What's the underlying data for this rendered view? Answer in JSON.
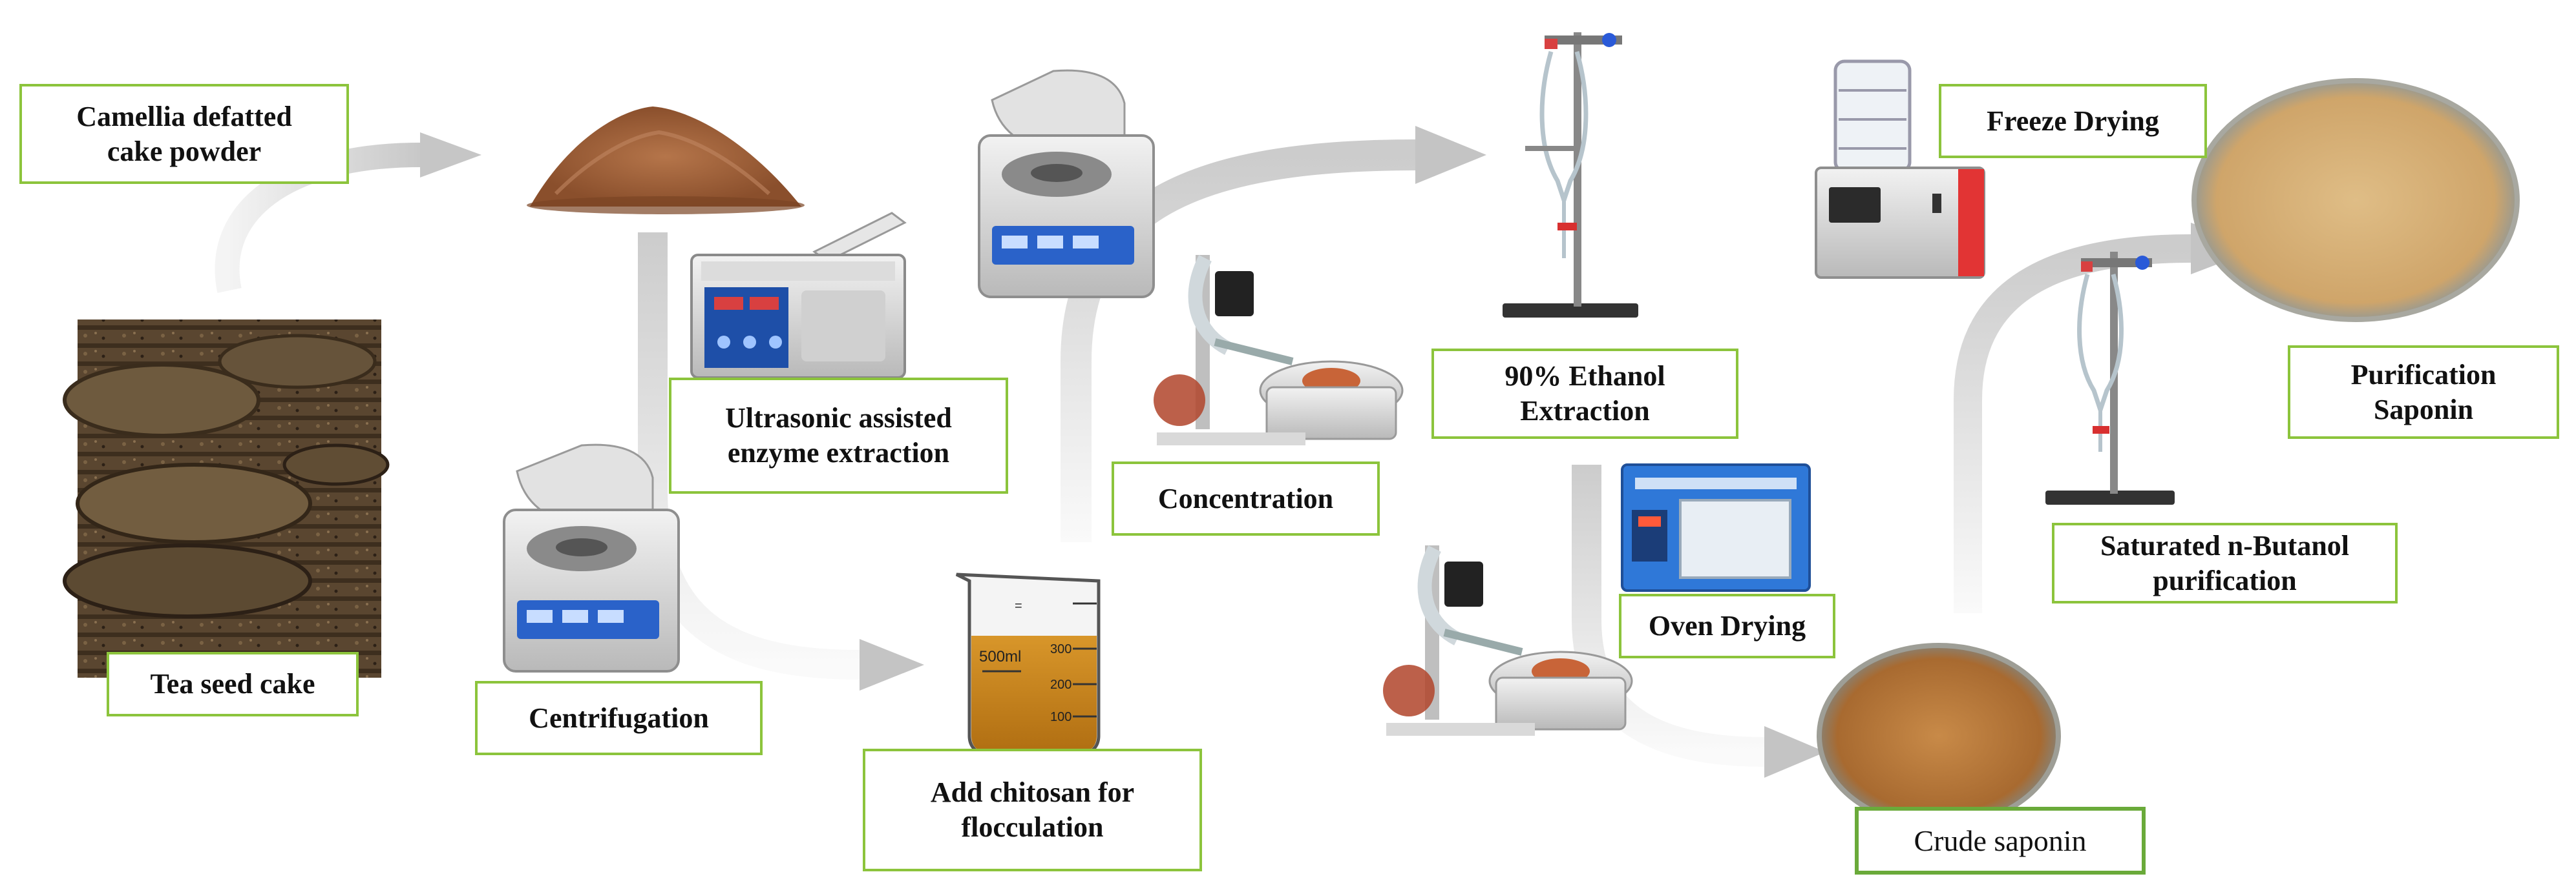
{
  "labels": {
    "camellia_powder": [
      "Camellia defatted",
      "cake powder"
    ],
    "tea_seed_cake": "Tea seed cake",
    "ultrasonic": [
      "Ultrasonic assisted",
      "enzyme extraction"
    ],
    "centrifugation": "Centrifugation",
    "chitosan": [
      "Add chitosan for",
      "flocculation"
    ],
    "concentration": "Concentration",
    "ethanol": [
      "90% Ethanol",
      "Extraction"
    ],
    "oven": "Oven Drying",
    "freeze": "Freeze Drying",
    "butanol": [
      "Saturated n-Butanol",
      "purification"
    ],
    "crude": "Crude saponin",
    "purified": [
      "Purification",
      "Saponin"
    ]
  },
  "beaker_marks": [
    "500ml",
    "300",
    "200",
    "100"
  ],
  "colors": {
    "label_border": "#8cc43c",
    "arrow": "#d2d2d2",
    "powder": "#a0623a",
    "crude_powder": "#b87a3c",
    "pure_powder": "#d4b078",
    "extract_liquid": "#c9861c"
  },
  "icons": [
    "tea-seed-cake-photo",
    "camellia-powder-icon",
    "ultrasonic-bath-icon",
    "centrifuge-icon",
    "beaker-icon",
    "rotary-evaporator-icon",
    "extraction-stand-icon",
    "oven-icon",
    "freeze-dryer-icon",
    "crude-saponin-dish-icon",
    "purified-saponin-dish-icon"
  ]
}
